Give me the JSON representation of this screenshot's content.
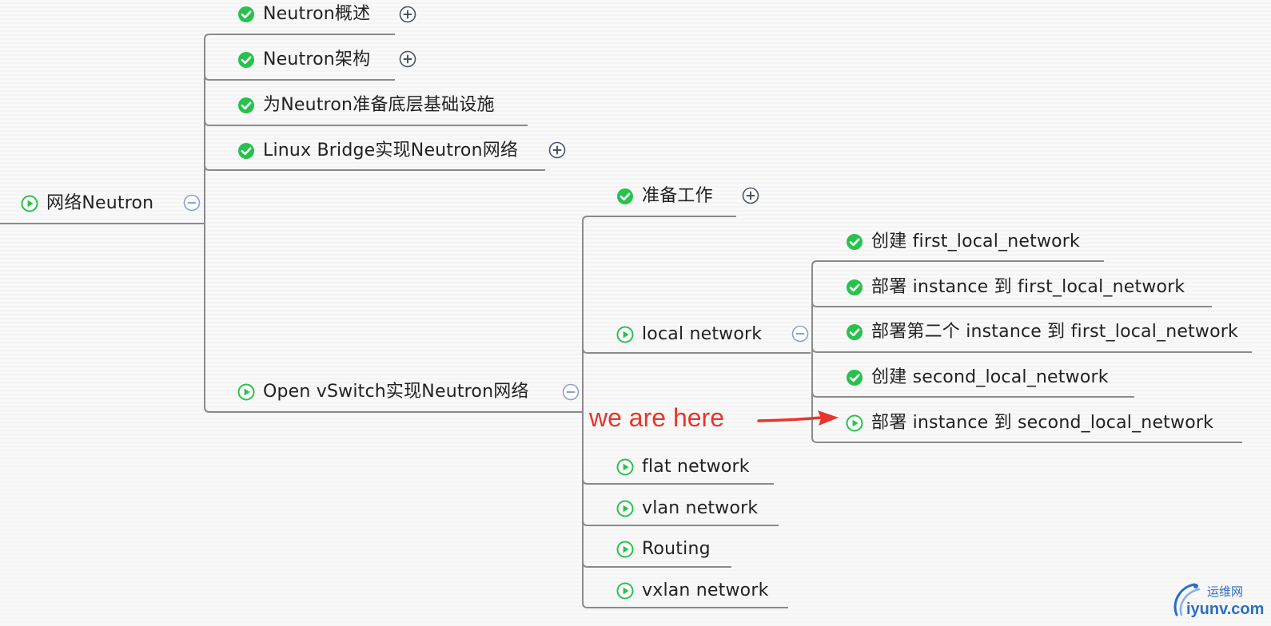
{
  "colors": {
    "line": "#8a8a8a",
    "check": "#27c24c",
    "play": "#27c24c",
    "toggle_stroke": "#4a5366",
    "toggle_collapse_stroke": "#8ea2c8",
    "annotation": "#e8352b",
    "watermark": "#2a6fbf"
  },
  "icons": {
    "done": "check-circle-icon",
    "in_progress": "play-circle-icon",
    "expand": "plus-circle-icon",
    "collapse": "minus-circle-icon"
  },
  "mindmap": {
    "root": {
      "label": "网络Neutron",
      "status": "in_progress",
      "toggle": "collapse"
    },
    "level1": [
      {
        "label": "Neutron概述",
        "status": "done",
        "toggle": "expand"
      },
      {
        "label": "Neutron架构",
        "status": "done",
        "toggle": "expand"
      },
      {
        "label": "为Neutron准备底层基础设施",
        "status": "done",
        "toggle": ""
      },
      {
        "label": "Linux Bridge实现Neutron网络",
        "status": "done",
        "toggle": "expand"
      },
      {
        "label": "Open vSwitch实现Neutron网络",
        "status": "in_progress",
        "toggle": "collapse"
      }
    ],
    "ovs_children": [
      {
        "label": "准备工作",
        "status": "done",
        "toggle": "expand"
      },
      {
        "label": "local network",
        "status": "in_progress",
        "toggle": "collapse"
      },
      {
        "label": "flat network",
        "status": "in_progress",
        "toggle": ""
      },
      {
        "label": "vlan network",
        "status": "in_progress",
        "toggle": ""
      },
      {
        "label": "Routing",
        "status": "in_progress",
        "toggle": ""
      },
      {
        "label": "vxlan network",
        "status": "in_progress",
        "toggle": ""
      }
    ],
    "local_children": [
      {
        "label": "创建 first_local_network",
        "status": "done"
      },
      {
        "label": "部署 instance 到 first_local_network",
        "status": "done"
      },
      {
        "label": "部署第二个 instance 到 first_local_network",
        "status": "done"
      },
      {
        "label": "创建 second_local_network",
        "status": "done"
      },
      {
        "label": "部署 instance 到 second_local_network",
        "status": "in_progress"
      }
    ]
  },
  "annotation": {
    "text": "we are here"
  },
  "watermark": {
    "name": "运维网",
    "url": "iyunv.com"
  }
}
